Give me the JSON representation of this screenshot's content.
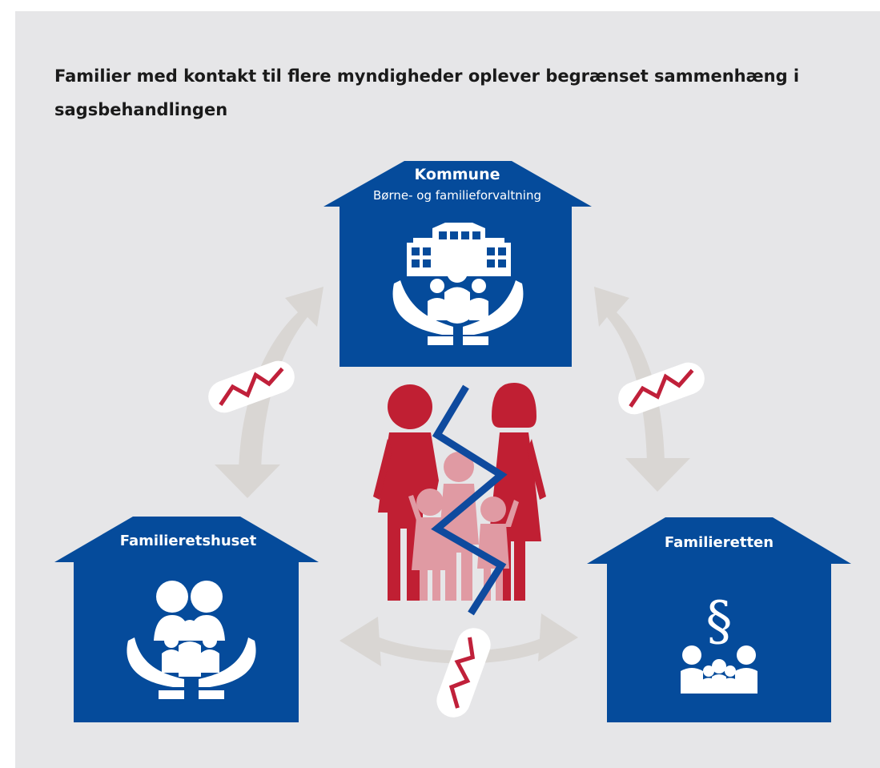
{
  "heading": "Familier med kontakt til flere myndigheder oplever begrænset sammenhæng i sagsbehandlingen",
  "colors": {
    "background": "#e6e6e8",
    "house_blue": "#054b9b",
    "arrow_gray": "#d9d6d3",
    "break_red": "#c0203a",
    "adult_red": "#c01f33",
    "child_pink": "#e09aa3",
    "split_line_blue": "#0e4a9e"
  },
  "nodes": {
    "top": {
      "title": "Kommune",
      "subtitle": "Børne- og familieforvaltning",
      "icon": "building-family-hands-icon"
    },
    "left": {
      "title": "Familieretshuset",
      "icon": "family-hands-icon"
    },
    "right": {
      "title": "Familieretten",
      "icon": "paragraph-family-icon",
      "symbol": "§"
    }
  },
  "center": {
    "icon": "divided-family-icon"
  },
  "connections": [
    {
      "from": "top",
      "to": "left",
      "status": "broken",
      "icon": "lightning-break-icon"
    },
    {
      "from": "top",
      "to": "right",
      "status": "broken",
      "icon": "lightning-break-icon"
    },
    {
      "from": "left",
      "to": "right",
      "status": "broken",
      "icon": "lightning-break-icon"
    }
  ]
}
